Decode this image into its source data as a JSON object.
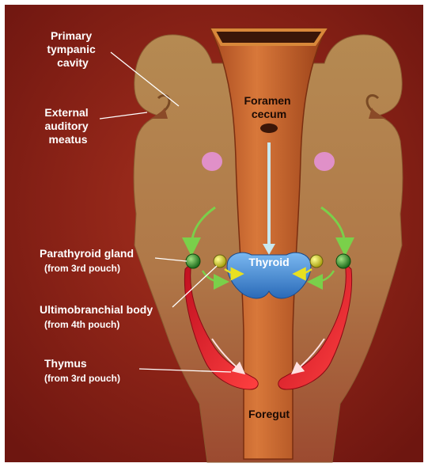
{
  "diagram": {
    "labels": {
      "primary_tympanic": [
        "Primary",
        "tympanic",
        "cavity"
      ],
      "external_auditory": [
        "External",
        "auditory",
        "meatus"
      ],
      "parathyroid": "Parathyroid gland",
      "parathyroid_sub": "(from 3rd pouch)",
      "ultimobranchial": "Ultimobranchial body",
      "ultimobranchial_sub": "(from 4th pouch)",
      "thymus": "Thymus",
      "thymus_sub": "(from 3rd pouch)",
      "foramen": [
        "Foramen",
        "cecum"
      ],
      "thyroid": "Thyroid",
      "foregut": "Foregut"
    },
    "colors": {
      "background": "#8c1f14",
      "tissue": "#b88a52",
      "tube": "#c8662c",
      "thyroid": "#4a8fd8",
      "thymus": "#e0202a",
      "parathyroid": "#2f8f2f",
      "ultimobranchial": "#d8d820",
      "arrow_green": "#7ad04a",
      "arrow_blue": "#c8e8f0"
    }
  }
}
